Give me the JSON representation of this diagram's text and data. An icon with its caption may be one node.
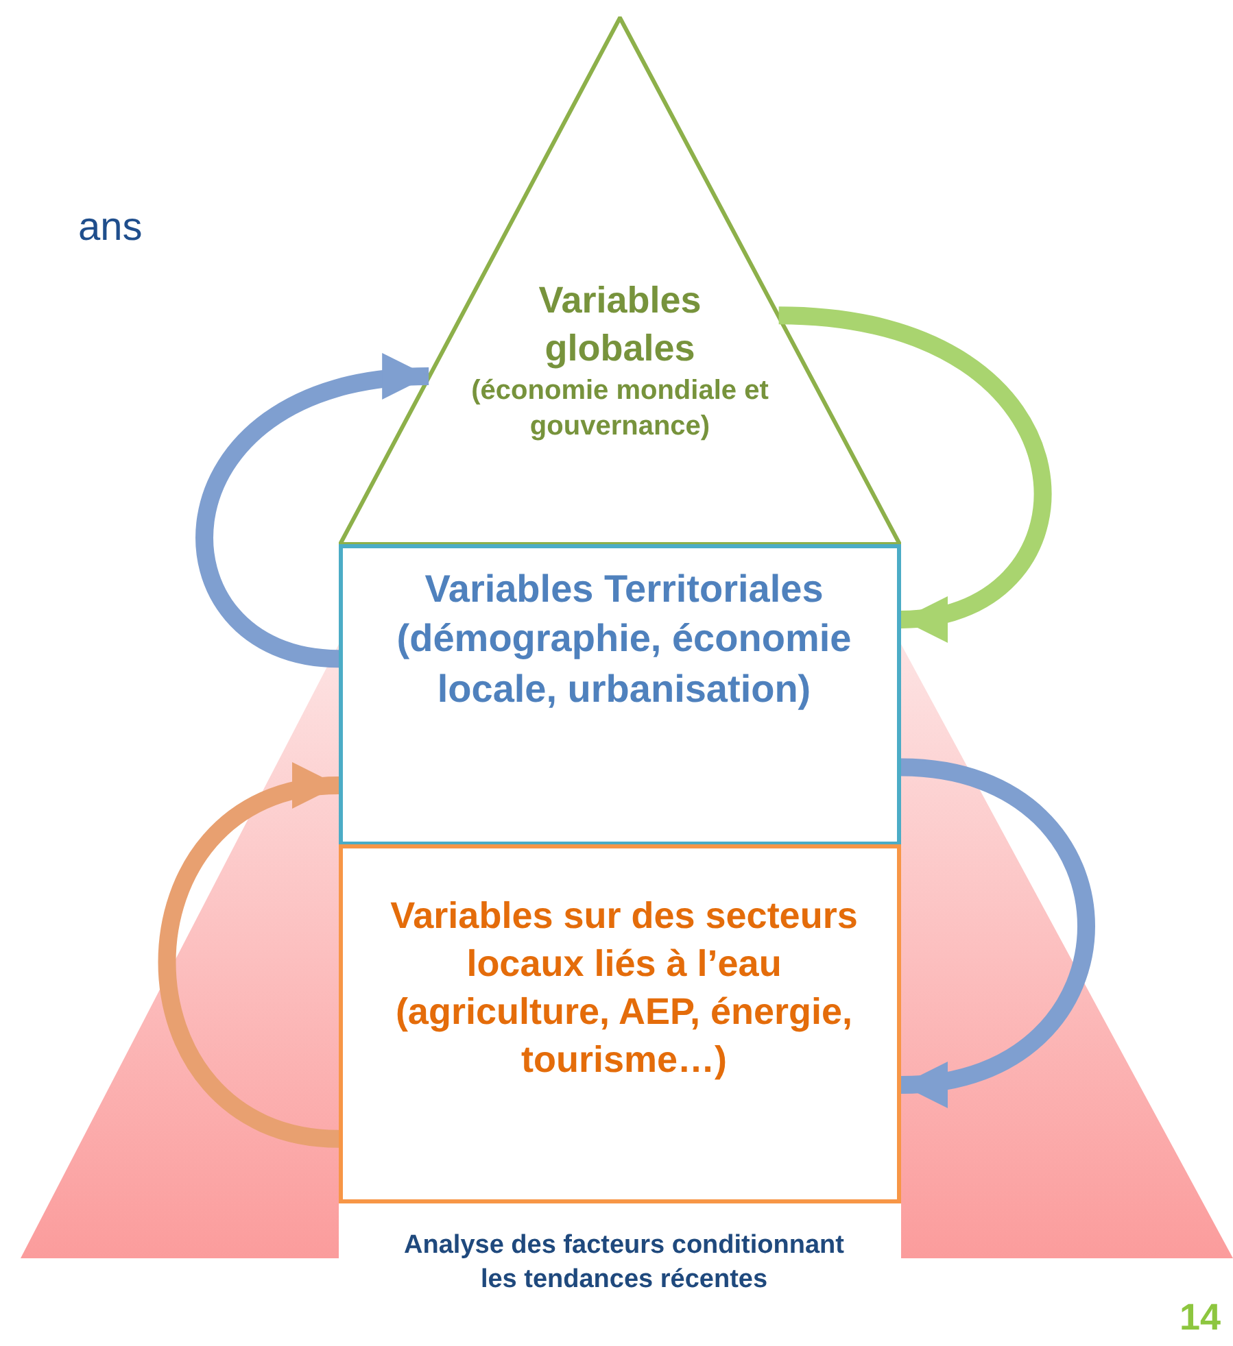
{
  "diagram": {
    "nodes": [
      {
        "text": [
          "Variables globales",
          "(économie mondiale et gouvernance)"
        ]
      },
      {
        "text": [
          "Variables Territoriales",
          "(démographie, économie locale, urbanisation)"
        ]
      },
      {
        "text": [
          "Variables sur des secteurs locaux liés à l’eau",
          "(agriculture, AEP, énergie, tourisme…)"
        ]
      }
    ],
    "edges": [
      {
        "from": 1,
        "to": 0,
        "arrow": "to"
      },
      {
        "from": 0,
        "to": 1,
        "arrow": "to",
        "color": "#a9d46f"
      },
      {
        "from": 1,
        "to": 2,
        "arrow": "to"
      },
      {
        "from": 2,
        "to": 1,
        "arrow": "to",
        "color": "#e8a070"
      }
    ],
    "labels": [
      "ans",
      "Analyse des facteurs conditionnant les tendances récentes",
      "14"
    ]
  }
}
